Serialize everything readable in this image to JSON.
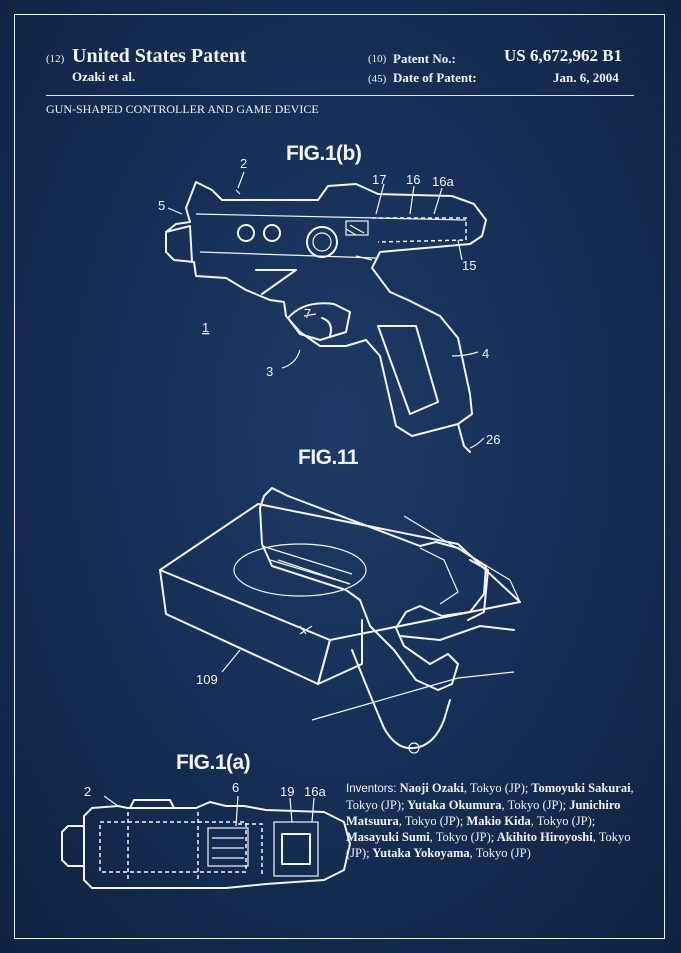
{
  "header": {
    "code12": "(12)",
    "title": "United States Patent",
    "assignee": "Ozaki et al.",
    "code10": "(10)",
    "patent_no_label": "Patent No.:",
    "patent_no": "US 6,672,962 B1",
    "code45": "(45)",
    "date_label": "Date of Patent:",
    "date": "Jan. 6, 2004"
  },
  "subject": "GUN-SHAPED CONTROLLER AND GAME DEVICE",
  "figures": {
    "fig1b": {
      "label": "FIG.1(b)",
      "refs": {
        "r1": "1",
        "r2": "2",
        "r3": "3",
        "r4": "4",
        "r5": "5",
        "r7": "7",
        "r15": "15",
        "r16": "16",
        "r16a": "16a",
        "r17": "17",
        "r26": "26"
      }
    },
    "fig11": {
      "label": "FIG.11",
      "refs": {
        "r109": "109"
      }
    },
    "fig1a": {
      "label": "FIG.1(a)",
      "refs": {
        "r2": "2",
        "r6": "6",
        "r19": "19",
        "r16a": "16a"
      }
    }
  },
  "inventors": {
    "label": "Inventors:",
    "list": [
      {
        "name": "Naoji Ozaki",
        "loc": "Tokyo (JP)"
      },
      {
        "name": "Tomoyuki Sakurai",
        "loc": "Tokyo (JP)"
      },
      {
        "name": "Yutaka Okumura",
        "loc": "Tokyo (JP)"
      },
      {
        "name": "Junichiro Matsuura",
        "loc": "Tokyo (JP)"
      },
      {
        "name": "Makio Kida",
        "loc": "Tokyo (JP)"
      },
      {
        "name": "Masayuki Sumi",
        "loc": "Tokyo (JP)"
      },
      {
        "name": "Akihito Hiroyoshi",
        "loc": "Tokyo (JP)"
      },
      {
        "name": "Yutaka Yokoyama",
        "loc": "Tokyo (JP)"
      }
    ]
  },
  "colors": {
    "background": "#172f57",
    "ink": "#f2f4f8"
  }
}
